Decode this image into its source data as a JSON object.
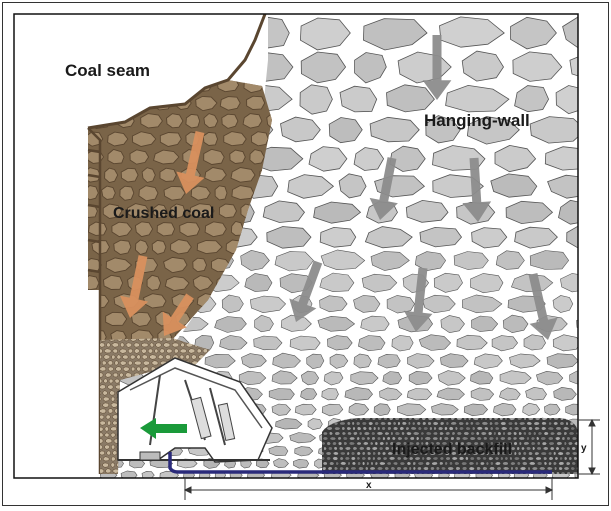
{
  "labels": {
    "coal_seam": "Coal seam",
    "hanging_wall": "Hanging-wall",
    "crushed_coal": "Crushed coal",
    "injected_backfill": "Injected backfill",
    "dim_x": "x",
    "dim_y": "y"
  },
  "colors": {
    "frame": "#111111",
    "rock_fill": "#c4c4c4",
    "rock_stroke": "#ffffff",
    "coal_fill": "#a28a6a",
    "coal_stroke": "#5a4630",
    "backfill_fill": "#6e6e6e",
    "gray_arrow": "#8c8c8c",
    "coal_arrow": "#d9905e",
    "green_arrow": "#1a9a3a",
    "pipe": "#2a2a7a",
    "support": "#ffffff"
  }
}
